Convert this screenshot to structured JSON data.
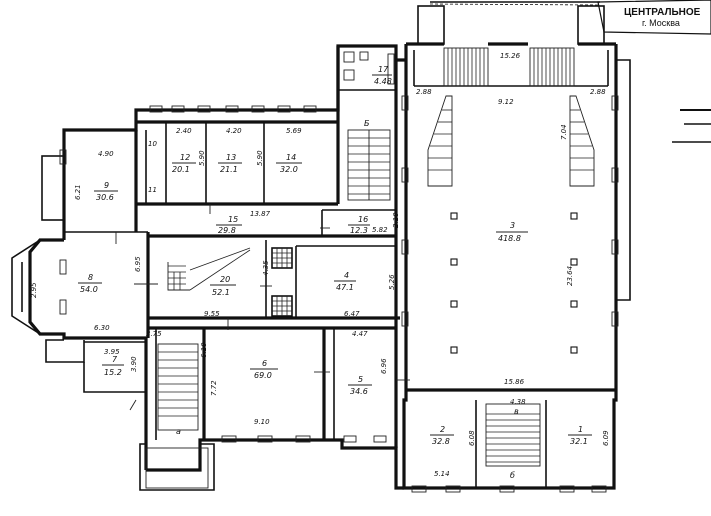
{
  "stamp": {
    "line1": "ЦЕНТРАЛЬНОЕ",
    "line2": "г. Москва"
  },
  "rooms": [
    {
      "id": "r1",
      "number": "1",
      "area": "32.1"
    },
    {
      "id": "r2",
      "number": "2",
      "area": "32.8"
    },
    {
      "id": "r3",
      "number": "3",
      "area": "418.8"
    },
    {
      "id": "r4",
      "number": "4",
      "area": "47.1"
    },
    {
      "id": "r5",
      "number": "5",
      "area": "34.6"
    },
    {
      "id": "r6",
      "number": "6",
      "area": "69.0"
    },
    {
      "id": "r7",
      "number": "7",
      "area": "15.2"
    },
    {
      "id": "r8",
      "number": "8",
      "area": "54.0"
    },
    {
      "id": "r9",
      "number": "9",
      "area": "30.6"
    },
    {
      "id": "r12",
      "number": "12",
      "area": "20.1"
    },
    {
      "id": "r13",
      "number": "13",
      "area": "21.1"
    },
    {
      "id": "r14",
      "number": "14",
      "area": "32.0"
    },
    {
      "id": "r15",
      "number": "15",
      "area": "29.8"
    },
    {
      "id": "r16",
      "number": "16",
      "area": "12.3"
    },
    {
      "id": "r17",
      "number": "17",
      "area": "4.48"
    },
    {
      "id": "r20",
      "number": "20",
      "area": "52.1"
    }
  ],
  "stair_letters": {
    "b": "Б",
    "a": "а",
    "v": "в",
    "d": "б"
  },
  "dimensions": {
    "d1526": "15.26",
    "d912": "9.12",
    "d288a": "2.88",
    "d288b": "2.88",
    "d704": "7.04",
    "d2364": "23.64",
    "d1586": "15.86",
    "d438": "4.38",
    "d608": "6.08",
    "d609": "6.09",
    "d514": "5.14",
    "d240": "2.40",
    "d420": "4.20",
    "d569": "5.69",
    "d590a": "5.90",
    "d590b": "5.90",
    "d490": "4.90",
    "d621": "6.21",
    "d1387": "13.87",
    "d582": "5.82",
    "d210": "2.10",
    "d695": "6.95",
    "d435": "4.35",
    "d526": "5.26",
    "d295": "2.95",
    "d630": "6.30",
    "d375": "3.75",
    "d955": "9.55",
    "d647": "6.47",
    "d447": "4.47",
    "d772": "7.72",
    "d910": "9.10",
    "d696": "6.96",
    "d395": "3.95",
    "d390": "3.90",
    "d610": "6.10",
    "d10": "10",
    "d11": "11"
  }
}
